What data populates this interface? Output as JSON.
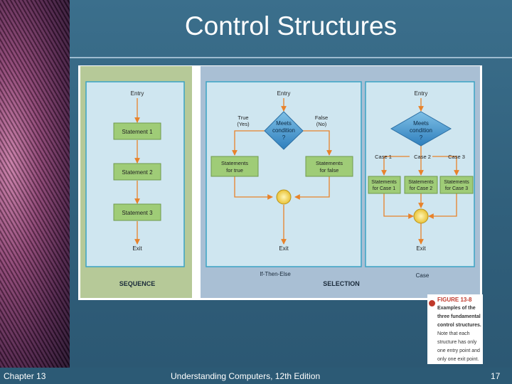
{
  "slide": {
    "title": "Control Structures",
    "footer_left": "Chapter 13",
    "footer_center": "Understanding Computers, 12th Edition",
    "page_number": "17"
  },
  "figure": {
    "number": "FIGURE 13-8",
    "caption_bold": "Examples of the three fundamental control structures.",
    "caption_rest": "Note that each structure has only one entry point and only one exit point.",
    "labels": {
      "entry": "Entry",
      "exit": "Exit",
      "sequence": "SEQUENCE",
      "selection": "SELECTION",
      "if_then_else": "If-Then-Else",
      "case": "Case",
      "statement_1": "Statement 1",
      "statement_2": "Statement 2",
      "statement_3": "Statement 3",
      "decision_1": "Meets",
      "decision_2": "condition",
      "decision_3": "?",
      "true_1": "True",
      "true_2": "(Yes)",
      "false_1": "False",
      "false_2": "(No)",
      "stmt_true_1": "Statements",
      "stmt_true_2": "for true",
      "stmt_false_1": "Statements",
      "stmt_false_2": "for false",
      "case_1": "Case 1",
      "case_2": "Case 2",
      "case_3": "Case 3",
      "stmt_case_top": "Statements",
      "stmt_case1": "for Case 1",
      "stmt_case2": "for Case 2",
      "stmt_case3": "for Case 3"
    }
  },
  "colors": {
    "accent": "#e8822a",
    "box_fill": "#9fcc77",
    "decision_fill": "#3f8fc8",
    "panel_bg": "#cfe6f0",
    "sequence_strip": "#b6c998",
    "selection_strip": "#a9bfd4",
    "junction": "#f3d85a"
  }
}
